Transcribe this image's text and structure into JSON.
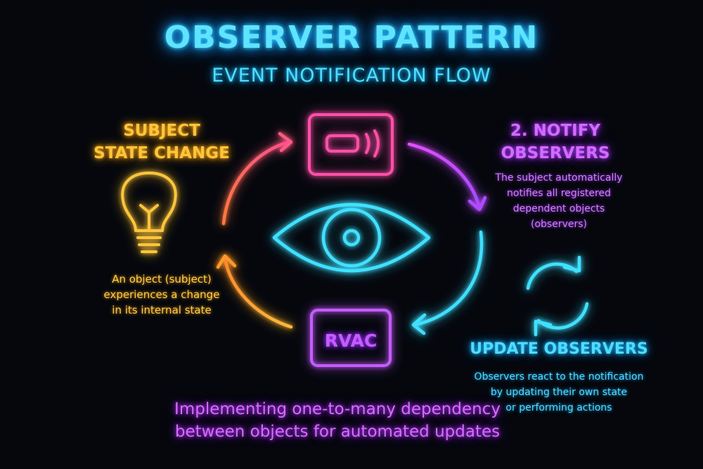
{
  "header": {
    "title": "OBSERVER PATTERN",
    "subtitle": "EVENT NOTIFICATION FLOW"
  },
  "subject": {
    "title": "SUBJECT\nSTATE CHANGE",
    "description": "An object (subject)\nexperiences a change\nin its internal state",
    "icon": "lightbulb-icon",
    "color": "#ffc53a"
  },
  "notify": {
    "title": "2. NOTIFY\nOBSERVERS",
    "description": "The subject automatically\nnotifies all registered\ndependent objects\n(observers)",
    "color": "#d36bff"
  },
  "update": {
    "title": "UPDATE OBSERVERS",
    "description": "Observers react to the notification\nby updating their own state\nor performing actions",
    "icon": "refresh-cycle-icon",
    "color": "#4fdcff"
  },
  "center": {
    "eye_icon": "eye-icon",
    "signal_icon": "signal-device-icon",
    "box_label": "RVAC"
  },
  "footer": {
    "text": "Implementing one-to-many dependency\nbetween objects for automated updates"
  },
  "colors": {
    "background": "#05070d",
    "cyan": "#3fe0ff",
    "magenta": "#ff4fa8",
    "purple": "#c45cff",
    "orange": "#ff8a3a",
    "yellow": "#ffc53a"
  }
}
